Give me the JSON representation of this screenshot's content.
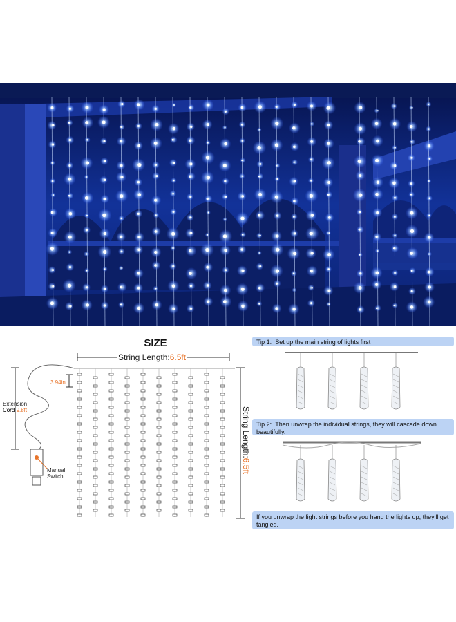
{
  "size": {
    "title": "SIZE",
    "string_length_label": "String Length:",
    "string_length_value": "6.5ft",
    "spacing_value": "3.94in",
    "extension_cord_label": "Extension Cord",
    "extension_cord_value": "9.8ft",
    "manual_switch_label": "Manual Switch"
  },
  "tips": [
    {
      "label": "Tip 1:",
      "text": "Set up the main string of lights first"
    },
    {
      "label": "Tip 2:",
      "text": "Then unwrap the individual strings, they will cascade down beautifully."
    },
    {
      "label": "",
      "text": "If you unwrap the light strings before you hang the lights up, they'll get tangled."
    }
  ],
  "colors": {
    "accent": "#e8742a",
    "tip_bg": "#bcd3f4",
    "night_blue": "#0a1f6e"
  }
}
